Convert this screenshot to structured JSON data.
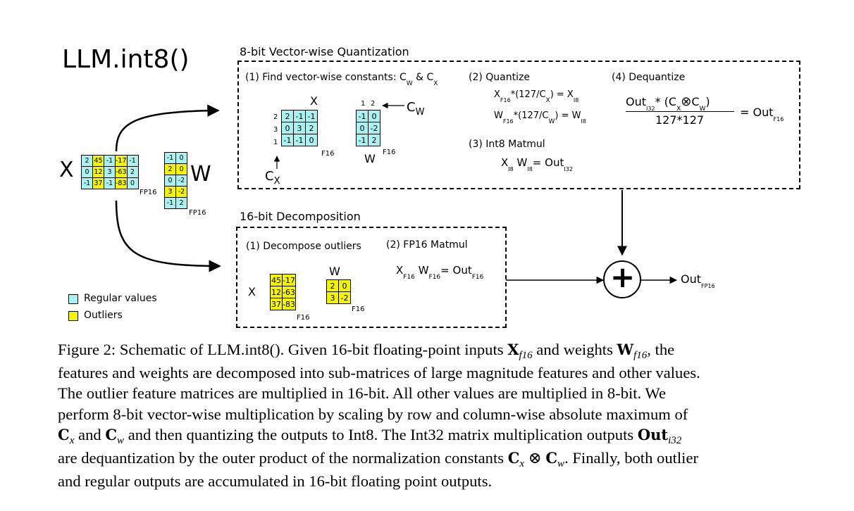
{
  "title": "LLM.int8()",
  "input": {
    "x_label": "X",
    "x_matrix": [
      [
        "2",
        "45",
        "-1",
        "-17",
        "-1"
      ],
      [
        "0",
        "12",
        "3",
        "-63",
        "2"
      ],
      [
        "-1",
        "37",
        "-1",
        "-83",
        "0"
      ]
    ],
    "x_outlier_cols": [
      1,
      3
    ],
    "x_fp": "FP16",
    "w_label": "W",
    "w_matrix": [
      [
        "-1",
        "0"
      ],
      [
        "2",
        "0"
      ],
      [
        "0",
        "-2"
      ],
      [
        "3",
        "-2"
      ],
      [
        "-1",
        "2"
      ]
    ],
    "w_outlier_rows": [
      1,
      3
    ],
    "w_fp": "FP16"
  },
  "quant": {
    "title": "8-bit Vector-wise Quantization",
    "step1": {
      "label": "(1) Find vector-wise constants: C",
      "sub_w": "W",
      "amp": " & C",
      "sub_x": "X"
    },
    "x_label": "X",
    "x_row_labels": [
      "2",
      "3",
      "1"
    ],
    "x_matrix": [
      [
        "2",
        "-1",
        "-1"
      ],
      [
        "0",
        "3",
        "2"
      ],
      [
        "-1",
        "-1",
        "0"
      ]
    ],
    "x_fp": "F16",
    "cx_label": "C",
    "cx_sub": "X",
    "w_col_labels": [
      "1",
      "2"
    ],
    "w_matrix": [
      [
        "-1",
        "0"
      ],
      [
        "0",
        "-2"
      ],
      [
        "-1",
        "2"
      ]
    ],
    "w_label": "W",
    "w_fp": "F16",
    "cw_label": "C",
    "cw_sub": "W",
    "step2": {
      "label": "(2) Quantize",
      "eq1": {
        "a": "X",
        "a_sub": "F16",
        "b": "*(127/C",
        "b_sub": "X",
        "c": ") = X",
        "c_sub": "I8"
      },
      "eq2": {
        "a": "W",
        "a_sub": "F16",
        "b": "*(127/C",
        "b_sub": "W",
        "c": ") = W",
        "c_sub": "I8"
      }
    },
    "step3": {
      "label": "(3) Int8 Matmul",
      "eq": {
        "a": "X",
        "a_sub": "I8",
        "b": " W",
        "b_sub": "I8",
        "c": "= Out",
        "c_sub": "I32"
      }
    },
    "step4": {
      "label": "(4) Dequantize",
      "num": {
        "a": "Out",
        "a_sub": "I32",
        "b": "*  (C",
        "b_sub": "X",
        "otimes": "⊗",
        "c": "C",
        "c_sub": "W",
        "d": ")"
      },
      "den": "127*127",
      "rhs": "= Out",
      "rhs_sub": "F16"
    }
  },
  "decomp": {
    "title": "16-bit Decomposition",
    "step1": "(1) Decompose outliers",
    "step2": "(2) FP16 Matmul",
    "x_label": "X",
    "x_matrix": [
      [
        "45",
        "-17"
      ],
      [
        "12",
        "-63"
      ],
      [
        "37",
        "-83"
      ]
    ],
    "x_fp": "F16",
    "w_label": "W",
    "w_matrix": [
      [
        "2",
        "0"
      ],
      [
        "3",
        "-2"
      ]
    ],
    "w_fp": "F16",
    "eq": {
      "a": "X",
      "a_sub": "F16",
      "b": " W",
      "b_sub": "F16",
      "c": "= Out",
      "c_sub": "F16"
    }
  },
  "output": {
    "plus": "+",
    "label": "Out",
    "sub": "FP16"
  },
  "legend": [
    {
      "label": "Regular values",
      "color": "#aaf1f1"
    },
    {
      "label": "Outliers",
      "color": "#f5f500"
    }
  ],
  "colors": {
    "regular": "#aaf1f1",
    "outlier": "#f5f500"
  },
  "caption": {
    "l1a": "Figure 2: Schematic of LLM.int8(). Given 16-bit floating-point inputs ",
    "l1b": "X",
    "l1c": "f16",
    "l1d": " and weights ",
    "l1e": "W",
    "l1f": "f16",
    "l1g": ", the",
    "l2": "features and weights are decomposed into sub-matrices of large magnitude features and other values.",
    "l3": "The outlier feature matrices are multiplied in 16-bit. All other values are multiplied in 8-bit. We",
    "l4": "perform 8-bit vector-wise multiplication by scaling by row and column-wise absolute maximum of",
    "l5a": "C",
    "l5b": "x",
    "l5c": " and ",
    "l5d": "C",
    "l5e": "w",
    "l5f": " and then quantizing the outputs to Int8. The Int32 matrix multiplication outputs ",
    "l5g": "Out",
    "l5h": "i32",
    "l6a": "are dequantization by the outer product of the normalization constants ",
    "l6b": "C",
    "l6c": "x",
    "l6d": " ⊗ ",
    "l6e": "C",
    "l6f": "w",
    "l6g": ". Finally, both outlier",
    "l7": "and regular outputs are accumulated in 16-bit floating point outputs."
  }
}
